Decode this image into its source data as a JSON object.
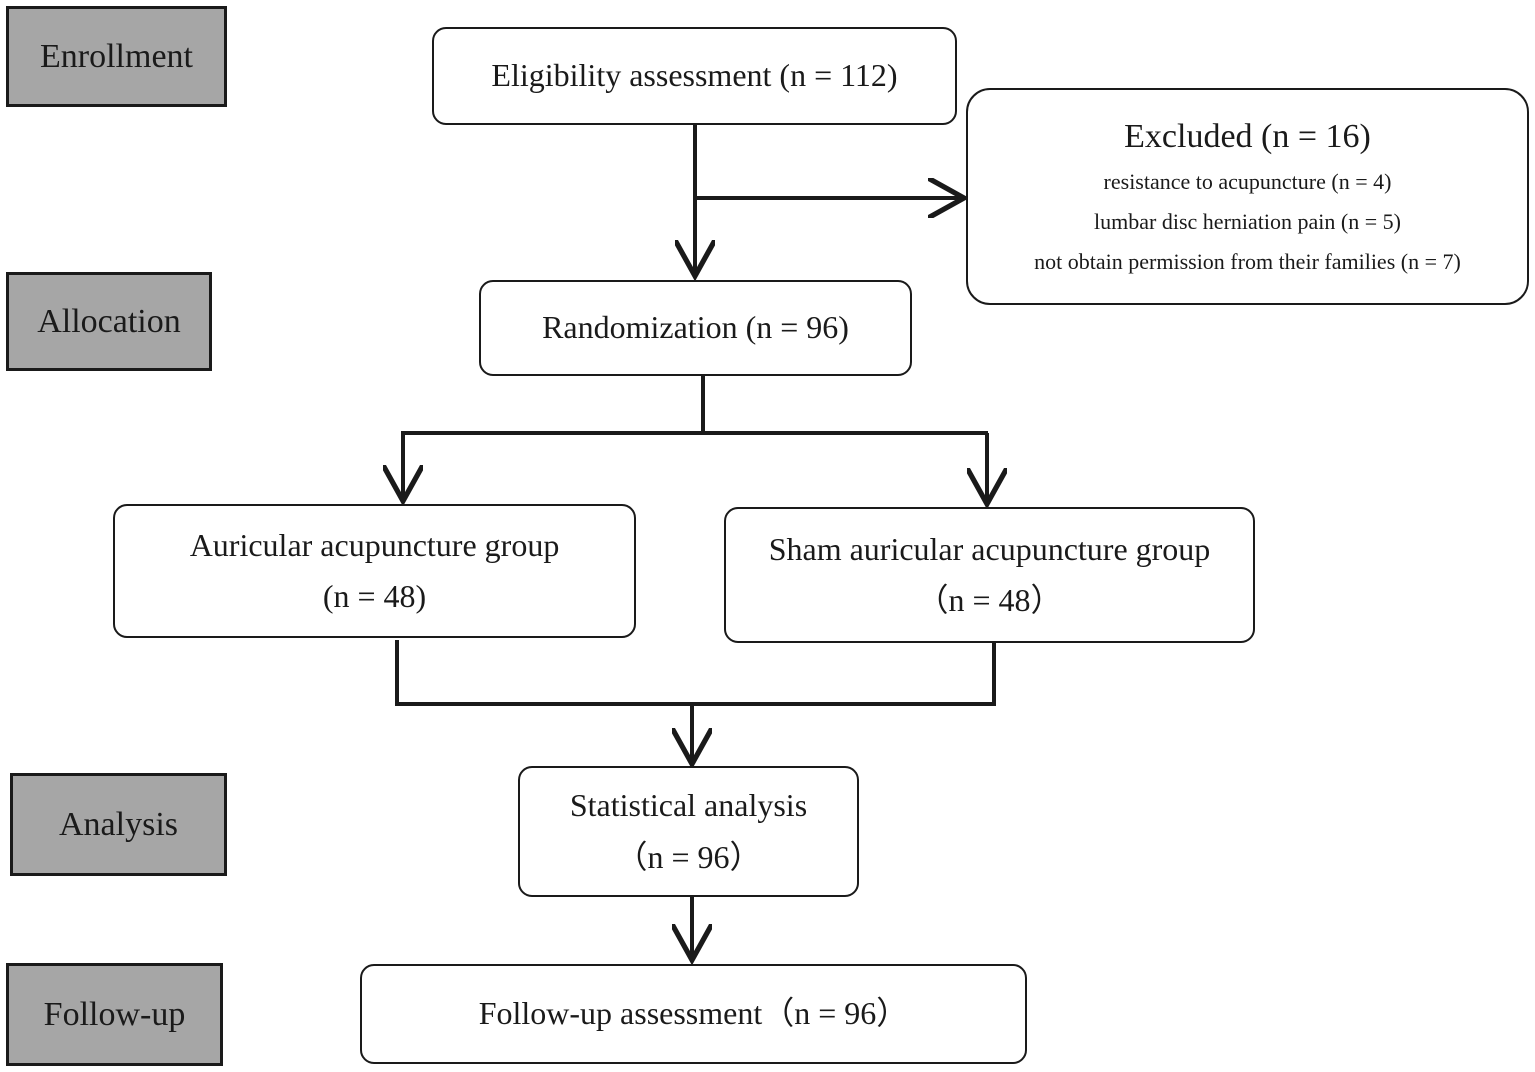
{
  "stages": {
    "enrollment": "Enrollment",
    "allocation": "Allocation",
    "analysis": "Analysis",
    "followup": "Follow-up"
  },
  "boxes": {
    "eligibility": "Eligibility assessment (n = 112)",
    "excluded": {
      "title": "Excluded (n = 16)",
      "reasons": [
        "resistance to acupuncture (n = 4)",
        "lumbar disc herniation pain (n = 5)",
        "not obtain permission from their families (n = 7)"
      ]
    },
    "randomization": "Randomization (n = 96)",
    "auricular": {
      "line1": "Auricular acupuncture group",
      "line2": "(n = 48)"
    },
    "sham": {
      "line1": "Sham auricular acupuncture group",
      "line2": "（n = 48）"
    },
    "statistical": {
      "line1": "Statistical analysis",
      "line2": "（n = 96）"
    },
    "followup_assessment": "Follow-up assessment（n = 96）"
  },
  "colors": {
    "stage_fill": "#a6a6a6",
    "line": "#1a1a1a"
  }
}
